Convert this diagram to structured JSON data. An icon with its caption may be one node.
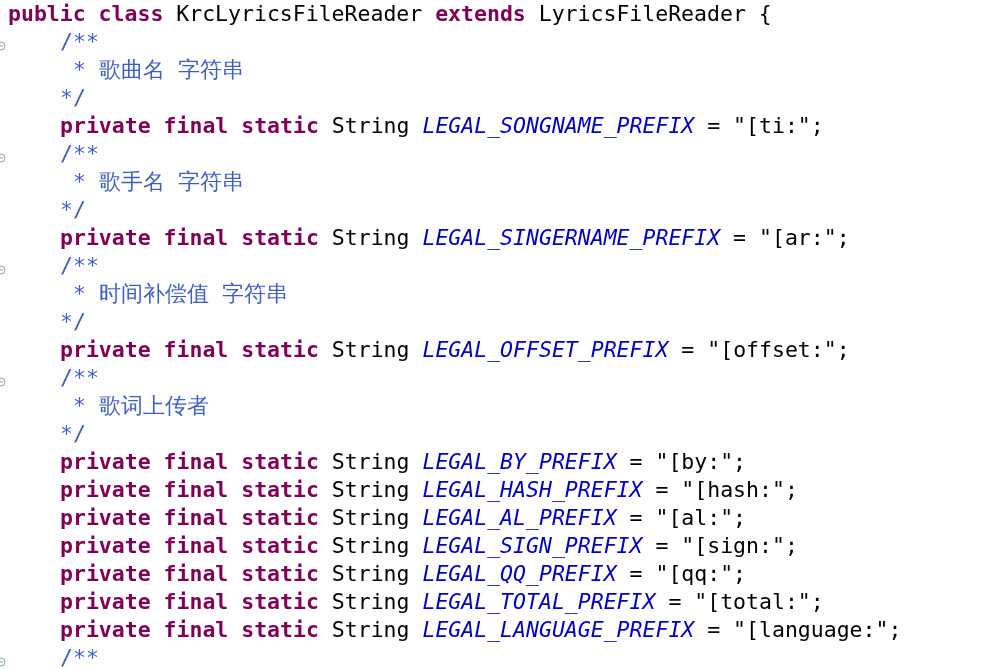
{
  "diagram": {
    "labels": [
      "**public class** KrcLyricsFileReader **extends** LyricsFileReader {",
      "/**",
      "* 歌曲名 字符串",
      "*/",
      "**private final static** String *LEGAL_SONGNAME_PREFIX* = \"[ti:\";",
      "/**",
      "* 歌手名 字符串",
      "*/",
      "**private final static** String *LEGAL_SINGERNAME_PREFIX* = \"[ar:\";",
      "/**",
      "* 时间补偿值 字符串",
      "*/",
      "**private final static** String *LEGAL_OFFSET_PREFIX* = \"[offset:\";",
      "/**",
      "* 歌词上传者",
      "*/",
      "**private final static** String *LEGAL_BY_PREFIX* = \"[by:\";",
      "**private final static** String *LEGAL_HASH_PREFIX* = \"[hash:\";",
      "**private final static** String *LEGAL_AL_PREFIX* = \"[al:\";",
      "**private final static** String *LEGAL_SIGN_PREFIX* = \"[sign:\";",
      "**private final static** String *LEGAL_QQ_PREFIX* = \"[qq:\";",
      "**private final static** String *LEGAL_TOTAL_PREFIX* = \"[total:\";",
      "**private final static** String *LEGAL_LANGUAGE_PREFIX* = \"[language:\";",
      "/**"
    ]
  }
}
